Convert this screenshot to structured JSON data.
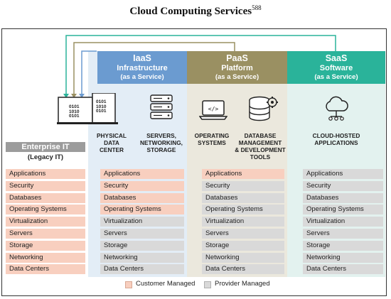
{
  "title": "Cloud Computing Services",
  "title_sup": "588",
  "colors": {
    "customer": "#f8cfbf",
    "provider": "#d9d9d9",
    "enterprise_header": "#9c9c9c",
    "iaas": "#6b9bd0",
    "paas": "#9a9062",
    "saas": "#2ab39a"
  },
  "enterprise": {
    "title": "Enterprise IT",
    "subtitle": "(Legacy IT)",
    "rows": [
      "Applications",
      "Security",
      "Databases",
      "Operating Systems",
      "Virtualization",
      "Servers",
      "Storage",
      "Networking",
      "Data Centers"
    ]
  },
  "iaas": {
    "name": "IaaS",
    "line2": "Infrastructure",
    "line3": "(as a Service)",
    "label_a": [
      "PHYSICAL",
      "DATA",
      "CENTER"
    ],
    "label_b": [
      "SERVERS,",
      "NETWORKING,",
      "STORAGE"
    ],
    "icon_a": "data-center-icon",
    "icon_b": "server-rack-icon",
    "rows": [
      "Applications",
      "Security",
      "Databases",
      "Operating Systems",
      "Virtualization",
      "Servers",
      "Storage",
      "Networking",
      "Data Centers"
    ]
  },
  "paas": {
    "name": "PaaS",
    "line2": "Platform",
    "line3": "(as a Service)",
    "label_a": [
      "OPERATING",
      "SYSTEMS"
    ],
    "label_b": [
      "DATABASE",
      "MANAGEMENT",
      "& DEVELOPMENT",
      "TOOLS"
    ],
    "icon_a": "laptop-code-icon",
    "icon_b": "database-gear-icon",
    "rows": [
      "Applications",
      "Security",
      "Databases",
      "Operating Systems",
      "Virtualization",
      "Servers",
      "Storage",
      "Networking",
      "Data Centers"
    ]
  },
  "saas": {
    "name": "SaaS",
    "line2": "Software",
    "line3": "(as a Service)",
    "label_a": [
      "CLOUD-HOSTED",
      "APPLICATIONS"
    ],
    "icon_a": "cloud-network-icon",
    "rows": [
      "Applications",
      "Security",
      "Databases",
      "Operating Systems",
      "Virtualization",
      "Servers",
      "Storage",
      "Networking",
      "Data Centers"
    ]
  },
  "managed": {
    "enterprise": [
      "c",
      "c",
      "c",
      "c",
      "c",
      "c",
      "c",
      "c",
      "c"
    ],
    "iaas": [
      "c",
      "c",
      "c",
      "c",
      "p",
      "p",
      "p",
      "p",
      "p"
    ],
    "paas": [
      "c",
      "p",
      "p",
      "p",
      "p",
      "p",
      "p",
      "p",
      "p"
    ],
    "saas": [
      "p",
      "p",
      "p",
      "p",
      "p",
      "p",
      "p",
      "p",
      "p"
    ]
  },
  "legend": {
    "customer": "Customer Managed",
    "provider": "Provider Managed"
  },
  "binary_text": [
    "0101",
    "1010",
    "0101"
  ]
}
